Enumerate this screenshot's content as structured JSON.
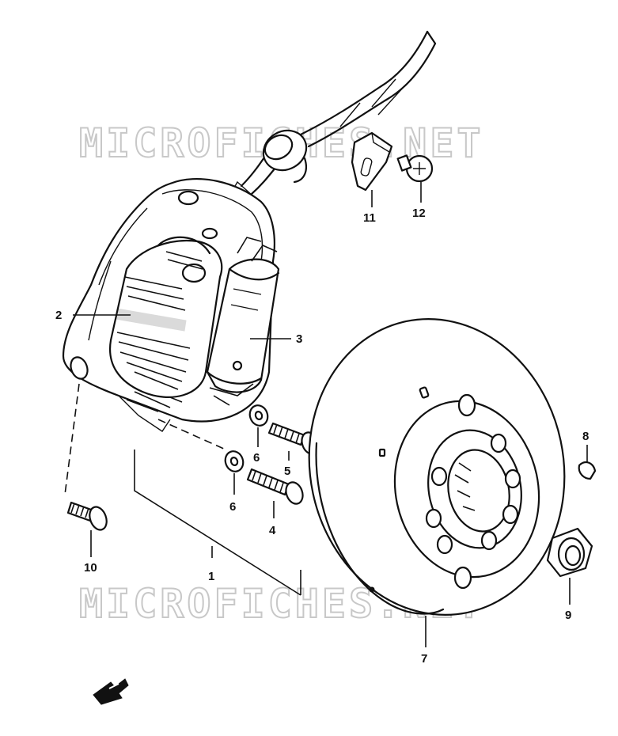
{
  "watermark": "MICROFICHES.NET",
  "callouts": {
    "c1": "1",
    "c2": "2",
    "c3": "3",
    "c4": "4",
    "c5": "5",
    "c6a": "6",
    "c6b": "6",
    "c7": "7",
    "c8": "8",
    "c9": "9",
    "c10": "10",
    "c11": "11",
    "c12": "12"
  }
}
